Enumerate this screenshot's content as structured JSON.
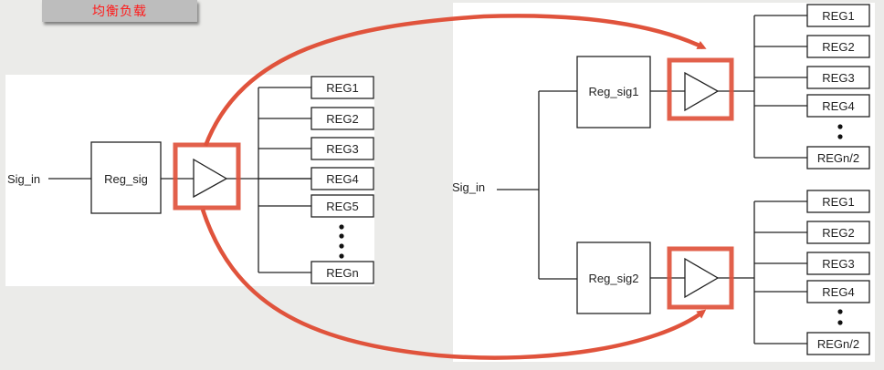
{
  "title": "均衡负载",
  "colors": {
    "title_text": "#ff1a1a",
    "highlight": "#e0533c",
    "line": "#222222"
  },
  "left_diagram": {
    "input_label": "Sig_in",
    "register_label": "Reg_sig",
    "fanout_registers": [
      "REG1",
      "REG2",
      "REG3",
      "REG4",
      "REG5",
      "REGn"
    ]
  },
  "right_diagram": {
    "input_label": "Sig_in",
    "branches": [
      {
        "register_label": "Reg_sig1",
        "fanout_registers": [
          "REG1",
          "REG2",
          "REG3",
          "REG4",
          "REGn/2"
        ]
      },
      {
        "register_label": "Reg_sig2",
        "fanout_registers": [
          "REG1",
          "REG2",
          "REG3",
          "REG4",
          "REGn/2"
        ]
      }
    ]
  }
}
